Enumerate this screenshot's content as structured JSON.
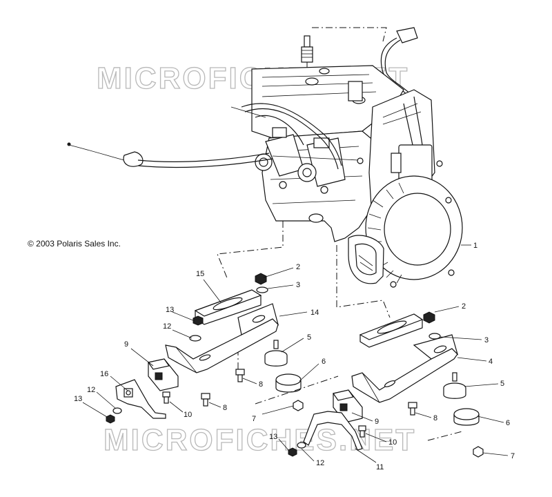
{
  "copyright": "© 2003 Polaris Sales Inc.",
  "watermark": "MICROFICHES.NET",
  "callouts": [
    "1",
    "2",
    "3",
    "2",
    "3",
    "4",
    "5",
    "5",
    "6",
    "6",
    "7",
    "7",
    "8",
    "8",
    "8",
    "9",
    "9",
    "10",
    "10",
    "11",
    "12",
    "12",
    "13",
    "13",
    "14",
    "15",
    "16"
  ]
}
